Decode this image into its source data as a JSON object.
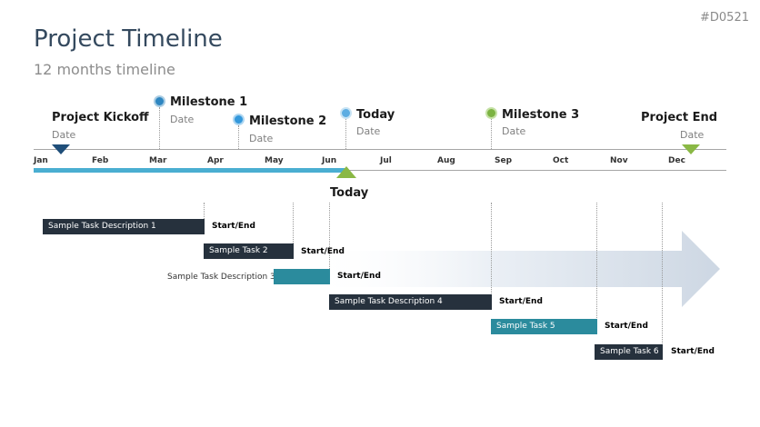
{
  "code": "#D0521",
  "title": "Project Timeline",
  "subtitle": "12 months timeline",
  "months": [
    "Jan",
    "Feb",
    "Mar",
    "Apr",
    "May",
    "Jun",
    "Jul",
    "Aug",
    "Sep",
    "Oct",
    "Nov",
    "Dec"
  ],
  "milestones": {
    "kickoff": {
      "name": "Project Kickoff",
      "date": "Date"
    },
    "m1": {
      "name": "Milestone 1",
      "date": "Date",
      "color": "#2e86c1"
    },
    "m2": {
      "name": "Milestone 2",
      "date": "Date",
      "color": "#3498db"
    },
    "today": {
      "name": "Today",
      "date": "Date",
      "color": "#5dade2"
    },
    "m3": {
      "name": "Milestone 3",
      "date": "Date",
      "color": "#7cb342"
    },
    "end": {
      "name": "Project End",
      "date": "Date"
    }
  },
  "today_label": "Today",
  "tasks": [
    {
      "label": "Sample Task Description 1",
      "end_label": "Start/End"
    },
    {
      "label": "Sample Task 2",
      "end_label": "Start/End"
    },
    {
      "label": "Sample Task Description 3",
      "end_label": "Start/End"
    },
    {
      "label": "Sample Task Description 4",
      "end_label": "Start/End"
    },
    {
      "label": "Sample Task 5",
      "end_label": "Start/End"
    },
    {
      "label": "Sample Task 6",
      "end_label": "Start/End"
    }
  ],
  "colors": {
    "progress": "#4aaed1",
    "dark_bar": "#26313d",
    "teal_bar": "#2b8b9d",
    "green": "#8ab845",
    "navy": "#1f4e79"
  }
}
